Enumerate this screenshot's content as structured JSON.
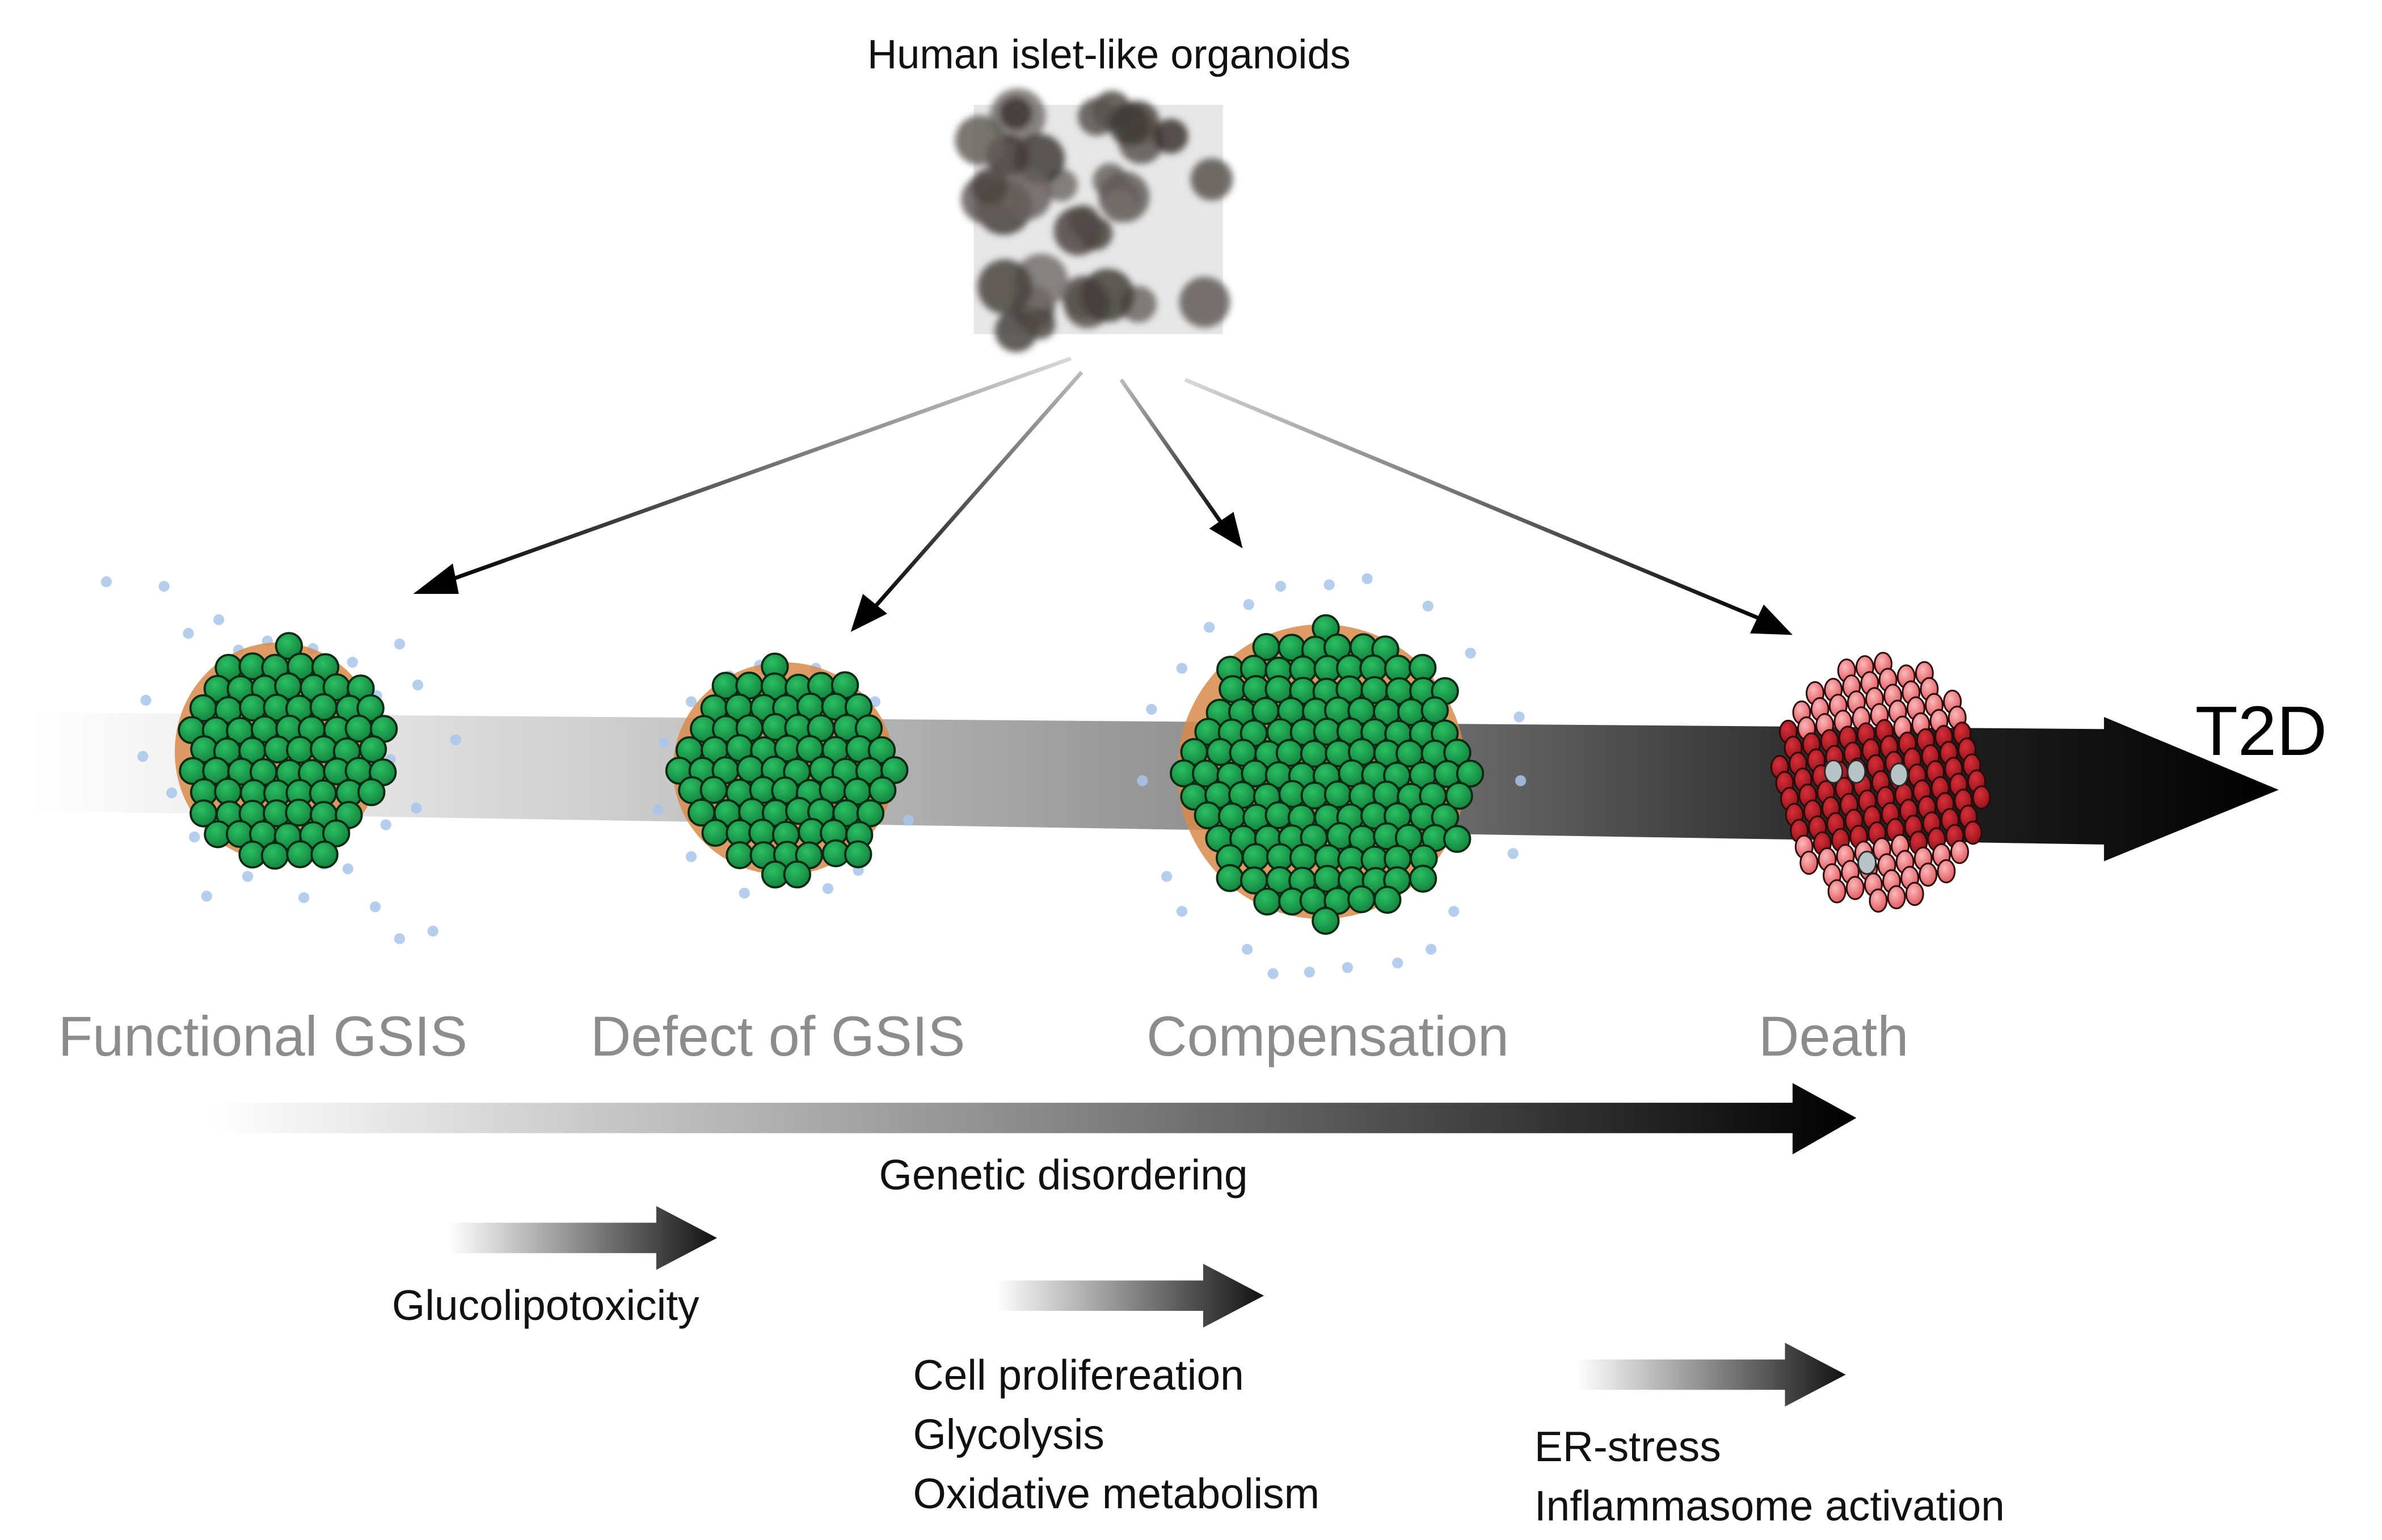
{
  "title": "Human islet-like organoids",
  "endpoint_label": "T2D",
  "stages": [
    {
      "label": "Functional GSIS",
      "cell_color": "#1a9a4a",
      "state": "functional"
    },
    {
      "label": "Defect of GSIS",
      "cell_color": "#1a9a4a",
      "state": "defect"
    },
    {
      "label": "Compensation",
      "cell_color": "#1a9a4a",
      "state": "compensation"
    },
    {
      "label": "Death",
      "cell_color": "#b0202a",
      "state": "death"
    }
  ],
  "progression": {
    "main_arrow": "progression toward T2D",
    "genetic_label": "Genetic disordering"
  },
  "factors": [
    {
      "name": "glucolipotoxicity",
      "lines": [
        "Glucolipotoxicity"
      ]
    },
    {
      "name": "compensation-factors",
      "lines": [
        "Cell prolifereation",
        "Glycolysis",
        "Oxidative metabolism"
      ]
    },
    {
      "name": "death-factors",
      "lines": [
        "ER-stress",
        "Inflammasome activation"
      ]
    }
  ],
  "colors": {
    "beta_cell": "#1a9a4a",
    "beta_cell_stroke": "#0b2a14",
    "islet_matrix": "#d9894a",
    "insulin_granule": "#a9c6ea",
    "dead_cell_light": "#f08a8e",
    "dead_cell_dark": "#b0202a",
    "arrow_dark": "#000000"
  }
}
